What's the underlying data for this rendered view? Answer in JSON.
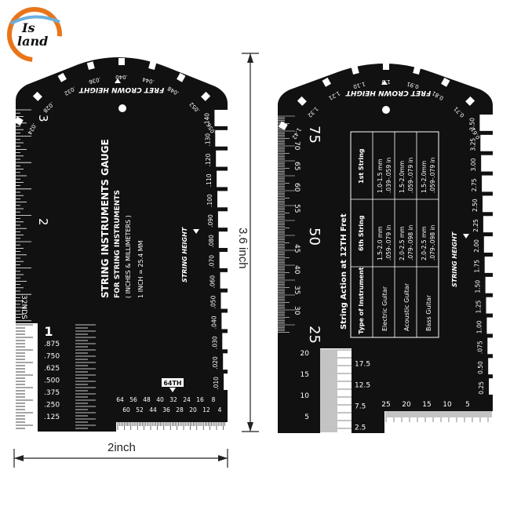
{
  "brand": {
    "logo_text_top": "Is",
    "logo_text_bottom": "land"
  },
  "dimensions": {
    "width_label": "2inch",
    "height_label": "3.6 inch"
  },
  "left_gauge": {
    "fret_label": "FRET CROWN HEIGHT",
    "fret_ticks": [
      ".024",
      ".028",
      ".032",
      ".036",
      ".040",
      ".044",
      ".048",
      ".052",
      ".056"
    ],
    "title": "STRING INSTRUMENTS GAUGE",
    "subtitle": "FOR STRING INSTRUMENTS",
    "units_note": "( INCHES & MILLIMETERS )",
    "conversion": "1 INCH = 25.4 MM",
    "string_height_label": "STRING HEIGHT",
    "inch_marks": [
      "3",
      "2",
      "1"
    ],
    "thirty_seconds_label": "32NDS",
    "fraction_ticks": [
      ".875",
      ".750",
      ".625",
      ".500",
      ".375",
      ".250",
      ".125"
    ],
    "sixtyfourth_label": "64TH",
    "sixtyfourth_top": [
      "64",
      "56",
      "48",
      "40",
      "32",
      "24",
      "16",
      "8"
    ],
    "sixtyfourth_bottom": [
      "60",
      "52",
      "44",
      "36",
      "28",
      "20",
      "12",
      "4"
    ],
    "height_ticks": [
      ".140",
      ".130",
      ".120",
      ".110",
      ".100",
      ".090",
      ".080",
      ".070",
      ".060",
      ".050",
      ".040",
      ".030",
      ".020",
      ".010"
    ]
  },
  "right_gauge": {
    "fret_label": "FRET CROWN HEIGHT",
    "fret_ticks": [
      "1.42",
      "1.32",
      "1.21",
      "1.10",
      "1.0",
      "0.91",
      "0.81",
      "0.71",
      "0.61"
    ],
    "mm_big": [
      "75",
      "50",
      "25"
    ],
    "mm_small": [
      "70",
      "65",
      "60",
      "55",
      "45",
      "40",
      "35",
      "30"
    ],
    "bottom_left_ticks": [
      "20",
      "17.5",
      "15",
      "12.5",
      "10",
      "7.5",
      "5",
      "2.5"
    ],
    "bottom_ruler_ticks": [
      "25",
      "20",
      "15",
      "10",
      "5"
    ],
    "string_height_label": "STRING HEIGHT",
    "height_ticks": [
      "3.50",
      "3.25",
      "3.00",
      "2.75",
      "2.50",
      "2.25",
      "2.00",
      "1.75",
      "1.50",
      "1.25",
      "1.00",
      ".075",
      "0.50",
      "0.25"
    ],
    "table_caption": "String Action at 12TH Fret",
    "table": {
      "headers": [
        "Type of Instrument",
        "6th String",
        "1st String"
      ],
      "rows": [
        {
          "instrument": "Electric Guitar",
          "sixth_mm": "1.5-2.0 mm",
          "sixth_in": ".059-.079 in",
          "first_mm": "1.0-1.5 mm",
          "first_in": ".039-.059 in"
        },
        {
          "instrument": "Acoustic Guitar",
          "sixth_mm": "2.0-2.5 mm",
          "sixth_in": ".079-.098 in",
          "first_mm": "1.5-2.0mm",
          "first_in": ".059-.079 in"
        },
        {
          "instrument": "Bass Guitar",
          "sixth_mm": "2.0-2.5 mm",
          "sixth_in": ".079-.098 in",
          "first_mm": "1.5-2.0mm",
          "first_in": ".059-.079 in"
        }
      ]
    }
  }
}
